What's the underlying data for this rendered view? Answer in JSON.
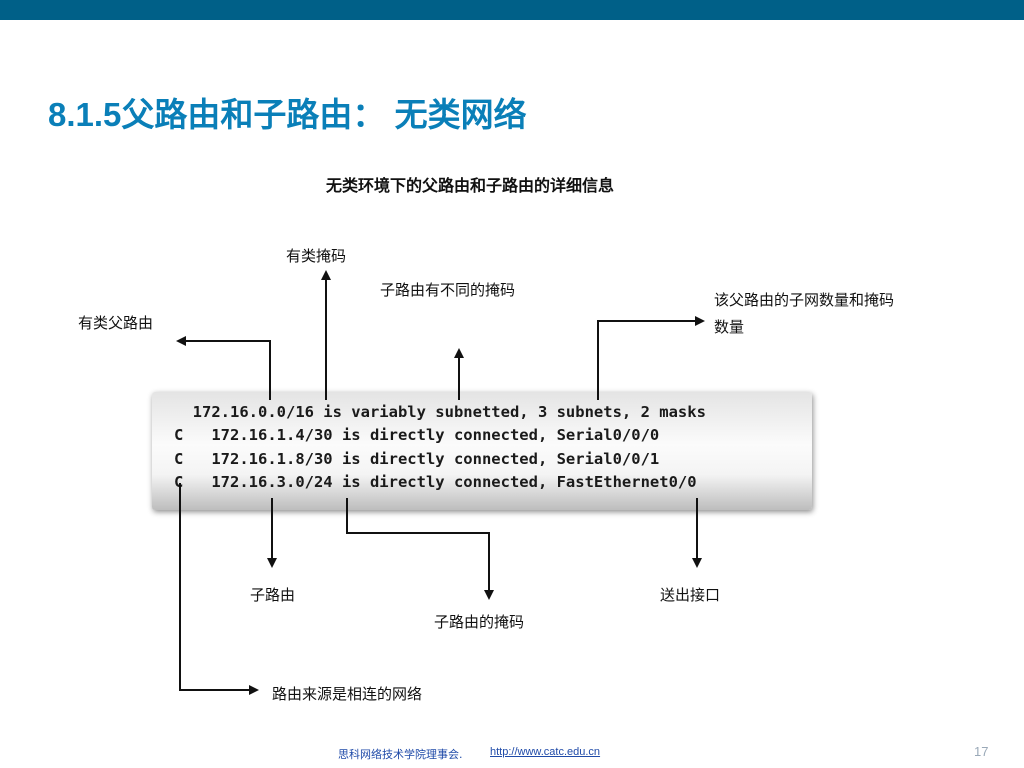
{
  "slide": {
    "title": "8.1.5父路由和子路由： 无类网络",
    "footer_org": "思科网络技术学院理事会.",
    "footer_url": "http://www.catc.edu.cn",
    "page_number": "17",
    "top_bar_color": "#006088",
    "title_color": "#0a7fb8"
  },
  "diagram": {
    "title": "无类环境下的父路由和子路由的详细信息",
    "labels": {
      "classful_mask": "有类掩码",
      "different_masks": "子路由有不同的掩码",
      "subnet_count_line1": "该父路由的子网数量和掩码",
      "subnet_count_line2": "数量",
      "classful_parent": "有类父路由",
      "child_route": "子路由",
      "child_mask": "子路由的掩码",
      "exit_interface": "送出接口",
      "connected_source": "路由来源是相连的网络"
    },
    "route_lines": [
      "  172.16.0.0/16 is variably subnetted, 3 subnets, 2 masks",
      "C   172.16.1.4/30 is directly connected, Serial0/0/0",
      "C   172.16.1.8/30 is directly connected, Serial0/0/1",
      "C   172.16.3.0/24 is directly connected, FastEthernet0/0"
    ]
  }
}
